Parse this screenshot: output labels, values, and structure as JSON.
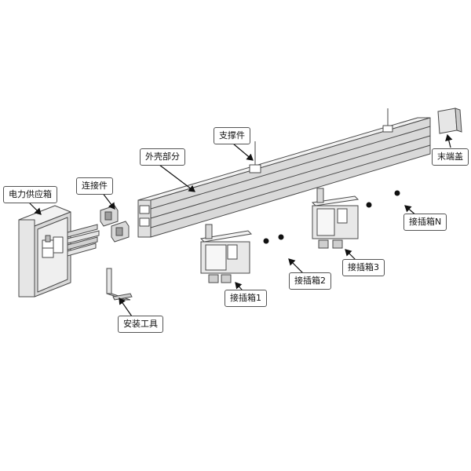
{
  "labels": {
    "power_supply_box": "电力供应箱",
    "connector": "连接件",
    "housing": "外壳部分",
    "support": "支撑件",
    "end_cap": "末端盖",
    "plug_box_1": "接插箱1",
    "plug_box_2": "接插箱2",
    "plug_box_3": "接插箱3",
    "plug_box_n": "接插箱N",
    "install_tool": "安装工具"
  },
  "colors": {
    "line": "#4a4a4a",
    "fill_light": "#f2f2f2",
    "fill_mid": "#d9d9d9",
    "fill_dark": "#b5b5b5"
  }
}
